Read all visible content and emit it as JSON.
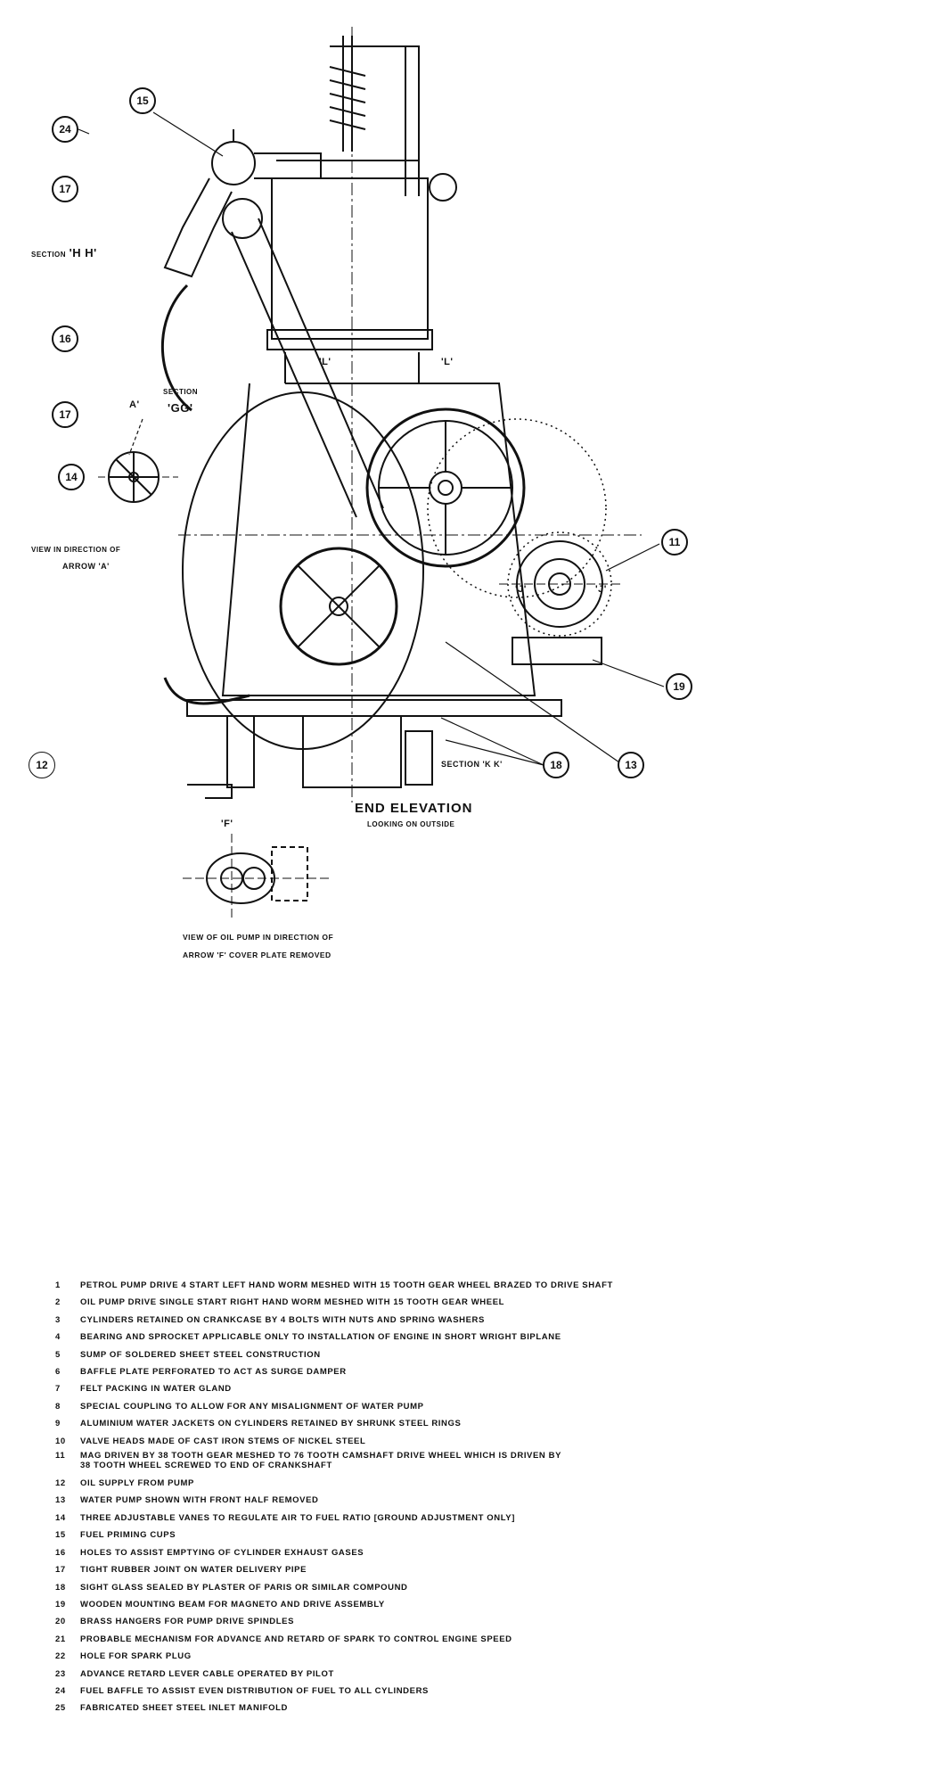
{
  "callouts": {
    "c15": "15",
    "c24": "24",
    "c17a": "17",
    "c16": "16",
    "c17b": "17",
    "c14": "14",
    "c11": "11",
    "c19": "19",
    "c12": "12",
    "c18": "18",
    "c13": "13"
  },
  "labels": {
    "section_hh_prefix": "SECTION",
    "section_hh": "'H H'",
    "l_left": "'L'",
    "l_right": "'L'",
    "a_arrow": "A'",
    "section_gg_prefix": "SECTION",
    "section_gg": "'GG'",
    "view_a_line1": "VIEW IN DIRECTION OF",
    "view_a_line2": "ARROW 'A'",
    "j_left": "'J'",
    "j_right": "'J'",
    "section_kk": "SECTION 'K K'",
    "f_arrow": "'F'",
    "title": "END ELEVATION",
    "subtitle": "LOOKING ON OUTSIDE",
    "oil_pump_line1": "VIEW OF OIL PUMP IN DIRECTION OF",
    "oil_pump_line2": "ARROW 'F' COVER PLATE REMOVED"
  },
  "legend": [
    {
      "num": "1",
      "text": "PETROL PUMP DRIVE 4 START LEFT HAND WORM MESHED WITH 15 TOOTH GEAR WHEEL BRAZED TO DRIVE SHAFT"
    },
    {
      "num": "2",
      "text": "OIL PUMP DRIVE SINGLE START RIGHT HAND WORM MESHED WITH 15 TOOTH GEAR WHEEL"
    },
    {
      "num": "3",
      "text": "CYLINDERS RETAINED ON CRANKCASE BY 4 BOLTS WITH NUTS AND SPRING WASHERS"
    },
    {
      "num": "4",
      "text": "BEARING AND SPROCKET APPLICABLE ONLY TO INSTALLATION OF ENGINE IN SHORT WRIGHT BIPLANE"
    },
    {
      "num": "5",
      "text": "SUMP OF SOLDERED SHEET STEEL CONSTRUCTION"
    },
    {
      "num": "6",
      "text": "BAFFLE PLATE PERFORATED TO ACT AS SURGE DAMPER"
    },
    {
      "num": "7",
      "text": "FELT PACKING IN WATER GLAND"
    },
    {
      "num": "8",
      "text": "SPECIAL COUPLING TO ALLOW FOR ANY MISALIGNMENT OF WATER PUMP"
    },
    {
      "num": "9",
      "text": "ALUMINIUM WATER JACKETS ON CYLINDERS RETAINED BY SHRUNK STEEL RINGS"
    },
    {
      "num": "10",
      "text": "VALVE HEADS MADE OF CAST IRON  STEMS OF NICKEL STEEL"
    },
    {
      "num": "11",
      "text": "MAG DRIVEN BY 38 TOOTH GEAR MESHED TO 76 TOOTH CAMSHAFT DRIVE WHEEL  WHICH IS DRIVEN BY\n38 TOOTH WHEEL SCREWED TO END OF CRANKSHAFT"
    },
    {
      "num": "12",
      "text": "OIL SUPPLY FROM PUMP"
    },
    {
      "num": "13",
      "text": "WATER PUMP SHOWN WITH FRONT HALF REMOVED"
    },
    {
      "num": "14",
      "text": "THREE ADJUSTABLE VANES TO REGULATE AIR TO FUEL RATIO [GROUND ADJUSTMENT ONLY]"
    },
    {
      "num": "15",
      "text": "FUEL PRIMING CUPS"
    },
    {
      "num": "16",
      "text": "HOLES TO ASSIST EMPTYING OF CYLINDER EXHAUST GASES"
    },
    {
      "num": "17",
      "text": "TIGHT RUBBER JOINT ON WATER DELIVERY PIPE"
    },
    {
      "num": "18",
      "text": "SIGHT GLASS SEALED BY PLASTER OF PARIS OR SIMILAR COMPOUND"
    },
    {
      "num": "19",
      "text": "WOODEN MOUNTING BEAM FOR MAGNETO AND DRIVE ASSEMBLY"
    },
    {
      "num": "20",
      "text": "BRASS HANGERS FOR PUMP DRIVE SPINDLES"
    },
    {
      "num": "21",
      "text": "PROBABLE MECHANISM FOR ADVANCE AND RETARD OF SPARK TO CONTROL ENGINE SPEED"
    },
    {
      "num": "22",
      "text": "HOLE FOR SPARK PLUG"
    },
    {
      "num": "23",
      "text": "ADVANCE RETARD LEVER CABLE OPERATED BY PILOT"
    },
    {
      "num": "24",
      "text": "FUEL BAFFLE TO ASSIST EVEN DISTRIBUTION OF FUEL TO ALL CYLINDERS"
    },
    {
      "num": "25",
      "text": "FABRICATED SHEET STEEL INLET MANIFOLD"
    }
  ]
}
